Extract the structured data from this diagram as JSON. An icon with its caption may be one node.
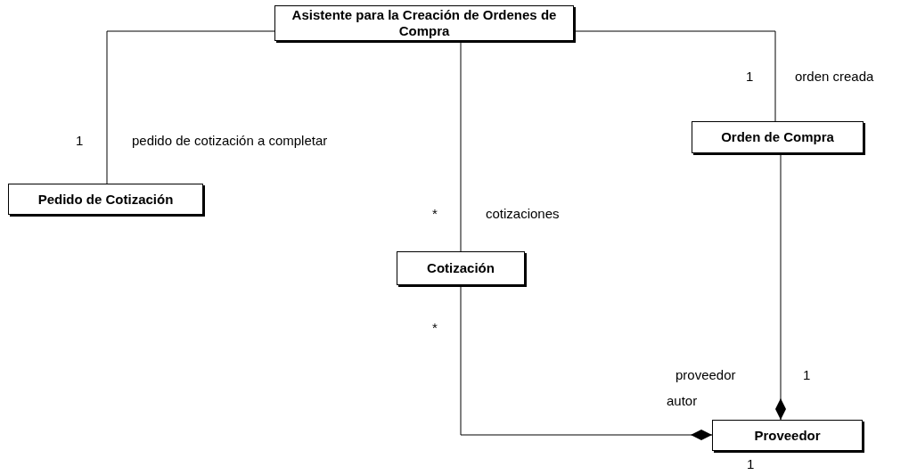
{
  "diagram": {
    "nodes": [
      {
        "text": [
          "Asistente para la Creación de Ordenes de Compra"
        ]
      },
      {
        "text": [
          "Pedido de Cotización"
        ]
      },
      {
        "text": [
          "Orden de Compra"
        ]
      },
      {
        "text": [
          "Cotización"
        ]
      },
      {
        "text": [
          "Proveedor"
        ]
      }
    ],
    "edges": [
      {
        "from": 0,
        "to": 1,
        "arrow": "none"
      },
      {
        "from": 0,
        "to": 3,
        "arrow": "none"
      },
      {
        "from": 0,
        "to": 2,
        "arrow": "none"
      },
      {
        "from": 2,
        "to": 4,
        "arrow": "other"
      },
      {
        "from": 3,
        "to": 4,
        "arrow": "other"
      }
    ],
    "labels": [
      "1",
      "orden creada",
      "1",
      "pedido de cotización a completar",
      "*",
      "cotizaciones",
      "*",
      "proveedor",
      "1",
      "autor",
      "1"
    ]
  }
}
